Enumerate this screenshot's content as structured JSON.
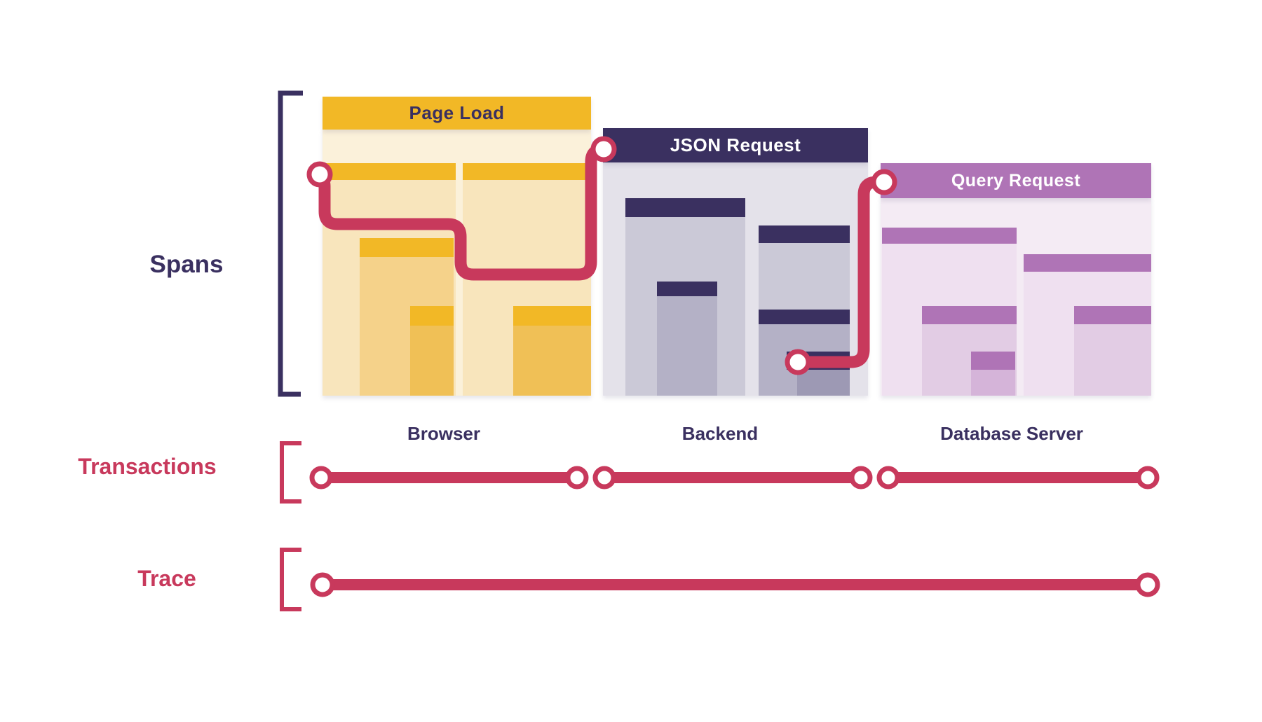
{
  "diagram": {
    "row_labels": {
      "spans": "Spans",
      "transactions": "Transactions",
      "trace": "Trace"
    },
    "panels": [
      {
        "title": "Page Load",
        "caption": "Browser"
      },
      {
        "title": "JSON Request",
        "caption": "Backend"
      },
      {
        "title": "Query Request",
        "caption": "Database Server"
      }
    ],
    "colors": {
      "accent_red": "#C8395C",
      "navy": "#3A3060",
      "yellow": "#F2B826",
      "purple": "#AF74B6",
      "endpoint_fill": "#FFFFFF"
    }
  }
}
